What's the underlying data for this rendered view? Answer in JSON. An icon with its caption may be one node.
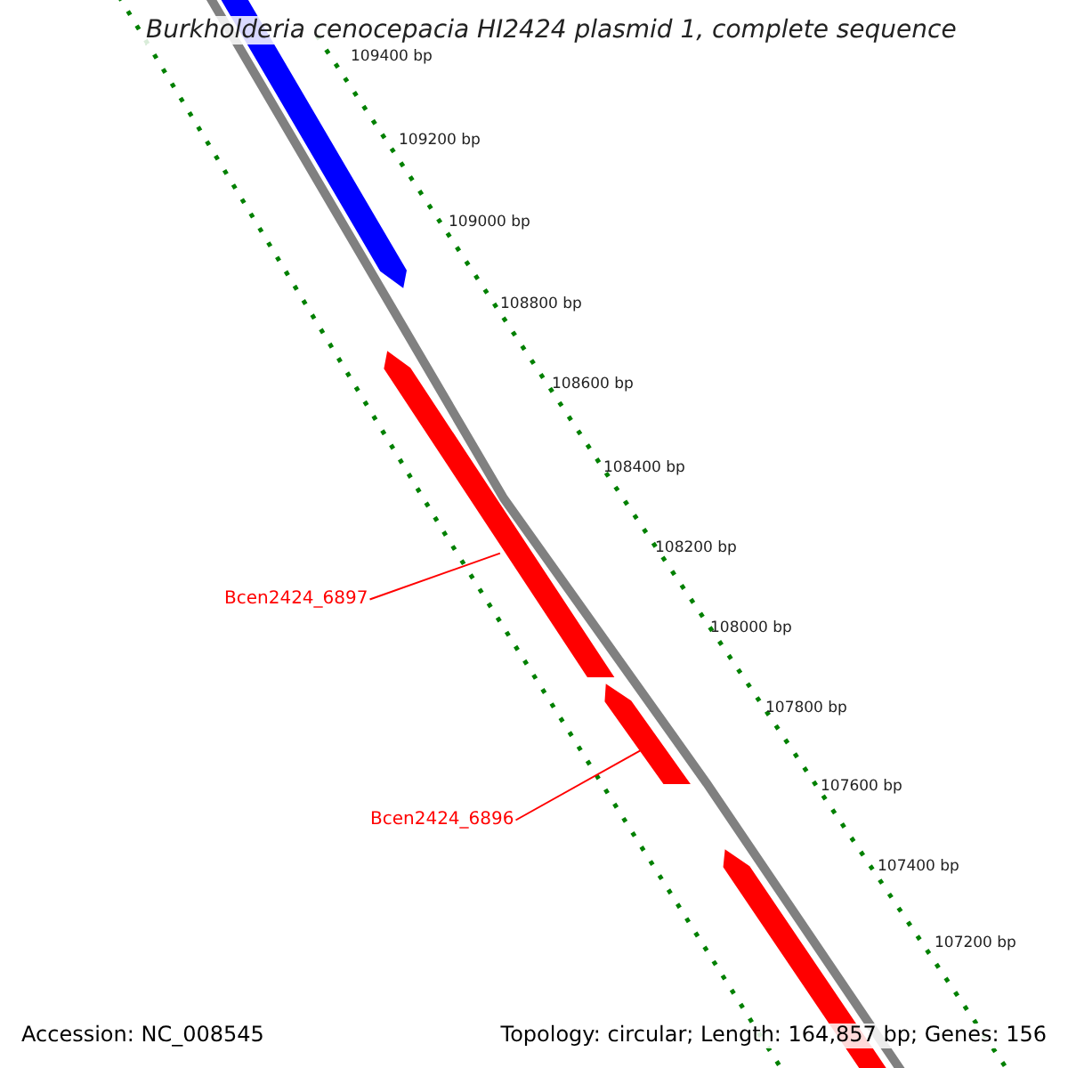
{
  "diagram": {
    "title": "Burkholderia cenocepacia HI2424 plasmid 1, complete sequence",
    "nodes": [
      {
        "text": [
          "Bcen2424_6897"
        ]
      },
      {
        "text": [],
        "shape": "bar"
      },
      {
        "text": [
          "Bcen2424_6896"
        ]
      },
      {
        "text": [],
        "shape": "bar"
      }
    ],
    "edges": [
      {
        "from": 0,
        "to": 1,
        "arrow": "none"
      },
      {
        "from": 2,
        "to": 3,
        "arrow": "none"
      }
    ],
    "labels": [
      "109400 bp",
      "109200 bp",
      "109000 bp",
      "108800 bp",
      "108600 bp",
      "108400 bp",
      "108200 bp",
      "108000 bp",
      "107800 bp",
      "107600 bp",
      "107400 bp",
      "107200 bp",
      "Accession: NC_008545",
      "Topology: circular; Length: 164,857 bp; Genes: 156"
    ]
  }
}
